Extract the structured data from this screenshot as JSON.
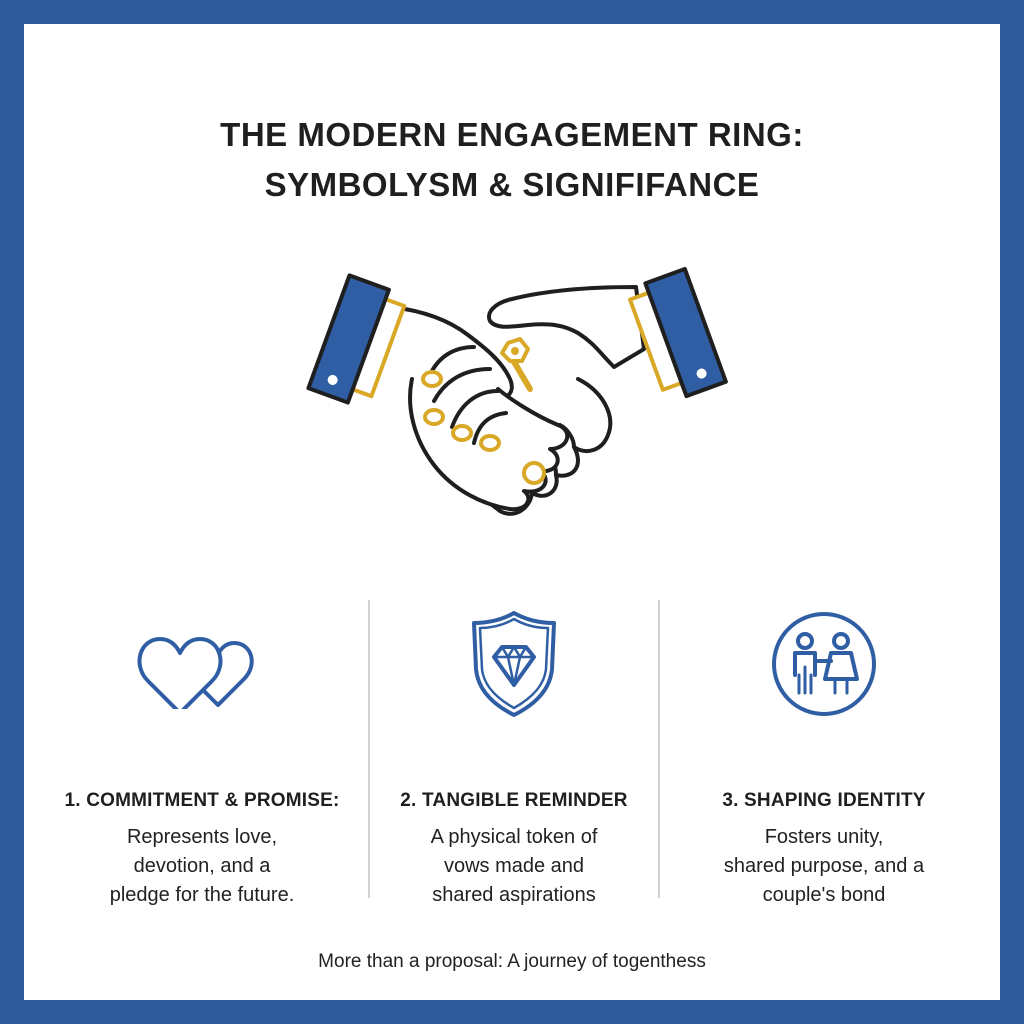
{
  "title": {
    "line1": "THE MODERN ENGAGEMENT RING:",
    "line2": "SYMBOLYSM & SIGNIFIFANCE"
  },
  "hero": {
    "icon": "handshake-with-rings-icon"
  },
  "columns": [
    {
      "icon": "two-hearts-icon",
      "heading": "1. COMMITMENT & PROMISE:",
      "lines": [
        "Represents love,",
        "devotion, and a",
        "pledge for the future."
      ]
    },
    {
      "icon": "diamond-shield-icon",
      "heading": "2. TANGIBLE REMINDER",
      "lines": [
        "A physical token of",
        "vows made and",
        "shared aspirations"
      ]
    },
    {
      "icon": "couple-circle-icon",
      "heading": "3. SHAPING IDENTITY",
      "lines": [
        "Fosters unity,",
        "shared purpose, and a",
        "couple's bond"
      ]
    }
  ],
  "footer": "More than a proposal: A journey of togenthess",
  "colors": {
    "frame": "#2d5b9a",
    "icon_blue": "#2f5ea5",
    "gold": "#d9a826",
    "text": "#1f1f1f"
  }
}
